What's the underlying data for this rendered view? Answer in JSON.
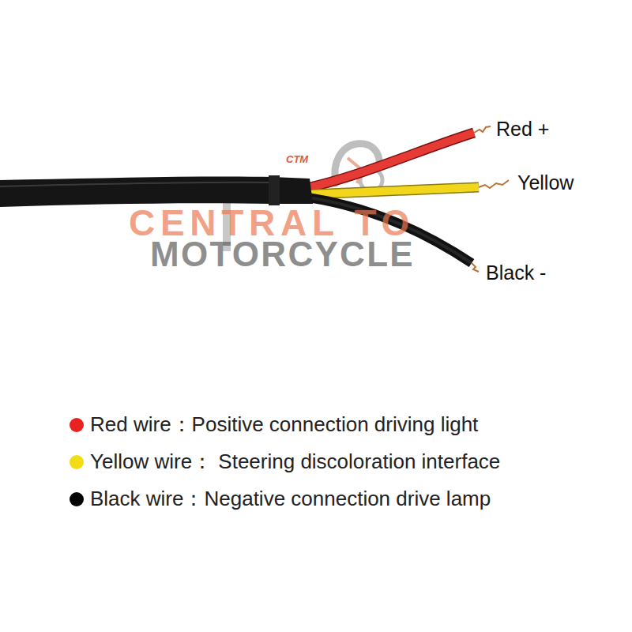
{
  "diagram": {
    "labels": [
      "Red +",
      "Yellow",
      "Black -",
      "CTM",
      "CENTRAL TO",
      "MOTORCYCLE"
    ],
    "legend": [
      {
        "text": "Red wire：Positive connection driving light",
        "color": "#e8231f"
      },
      {
        "text": "Yellow wire： Steering discoloration interface",
        "color": "#f2dd14"
      },
      {
        "text": "Black wire：Negative connection drive lamp",
        "color": "#000000"
      }
    ]
  }
}
